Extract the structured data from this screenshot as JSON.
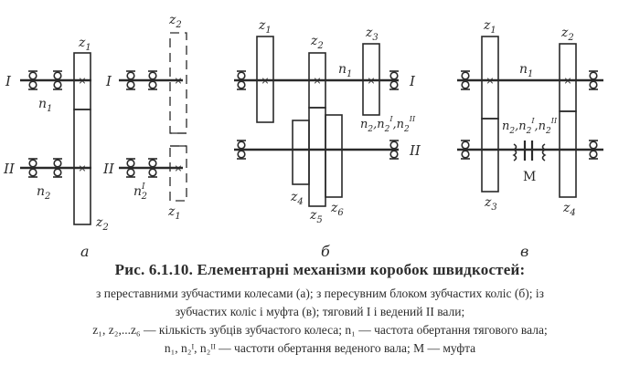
{
  "labels": {
    "z1": "z",
    "z1_sub": "1",
    "z2": "z",
    "z2_sub": "2",
    "z3": "z",
    "z3_sub": "3",
    "z4": "z",
    "z4_sub": "4",
    "z5": "z",
    "z5_sub": "5",
    "z6": "z",
    "z6_sub": "6",
    "shaft_I": "I",
    "shaft_II": "II",
    "n": "n",
    "n1_sub": "1",
    "n2_sub": "2",
    "n_group": "n",
    "n_group_rest": ",n",
    "n_group_sup1": "I",
    "n_group_sup2": "II",
    "M": "M",
    "part_a": "а",
    "part_b": "б",
    "part_c": "в"
  },
  "caption": {
    "title": "Рис. 6.1.10. Елементарні механізми коробок швидкостей:",
    "line1": "з переставними зубчастими колесами (а); з пересувним блоком зубчастих коліс (б); із",
    "line2": "зубчастих коліс і муфта (в); тяговий I і ведений II вали;",
    "line3": "z₁, z₂,...z₆ — кількість зубців зубчастого колеса; n₁ — частота обертання тягового вала;",
    "line4": "n₁, n₂ᴵ, n₂ᴵᴵ — частоти обертання веденого вала; М — муфта"
  }
}
